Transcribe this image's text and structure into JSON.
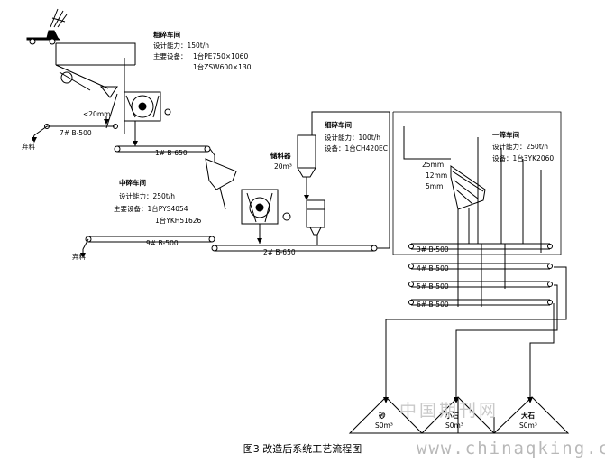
{
  "coarse": {
    "title": "粗碎车间",
    "capacity": "设计能力：150t/h",
    "equipment": "主要设备：",
    "eq1": "1台PE750×1060",
    "eq2": "1台ZSW600×130"
  },
  "medium": {
    "title": "中碎车间",
    "capacity": "设计能力：250t/h",
    "equipment": "主要设备：1台PYS4054",
    "eq2": "1台YKH51626"
  },
  "fine": {
    "title": "细碎车间",
    "capacity": "设计能力：100t/h",
    "equipment": "设备：1台CH420EC"
  },
  "screen": {
    "title": "一筛车间",
    "capacity": "设计能力：250t/h",
    "equipment": "设备：1台3YK2060"
  },
  "bin": {
    "label": "储料器",
    "volume": "20m³"
  },
  "screen_sizes": [
    "25mm",
    "12mm",
    "5mm"
  ],
  "lt20": "<20mm",
  "belts": {
    "b7": "7# B-500",
    "b1": "1# B-650",
    "b9": "9# B-500",
    "b2": "2# B-650",
    "b3": "3# B-500",
    "b4": "4# B-500",
    "b5": "5# B-500",
    "b6": "6# B-500"
  },
  "waste1": "弃料",
  "waste2": "弃料",
  "piles": [
    {
      "name": "砂",
      "size": "S0m³"
    },
    {
      "name": "小石",
      "size": "S0m³"
    },
    {
      "name": "大石",
      "size": "S0m³"
    }
  ],
  "caption": "图3 改造后系统工艺流程图",
  "watermark_cn": "中国期刊网",
  "watermark_url": "www.chinaqking.com"
}
